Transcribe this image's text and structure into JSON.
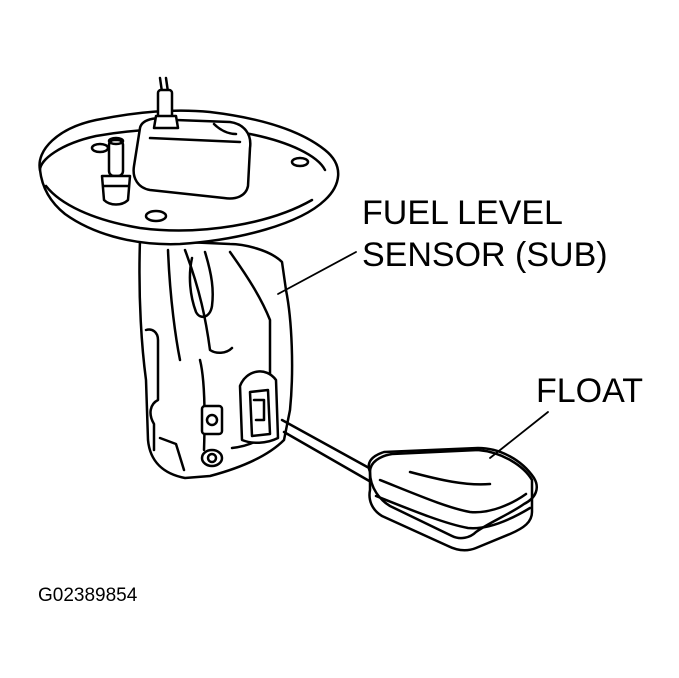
{
  "labels": {
    "sensor_line1": "FUEL LEVEL",
    "sensor_line2": "SENSOR (SUB)",
    "float": "FLOAT",
    "figure_id": "G02389854"
  },
  "colors": {
    "ink": "#000000",
    "paper": "#ffffff"
  }
}
